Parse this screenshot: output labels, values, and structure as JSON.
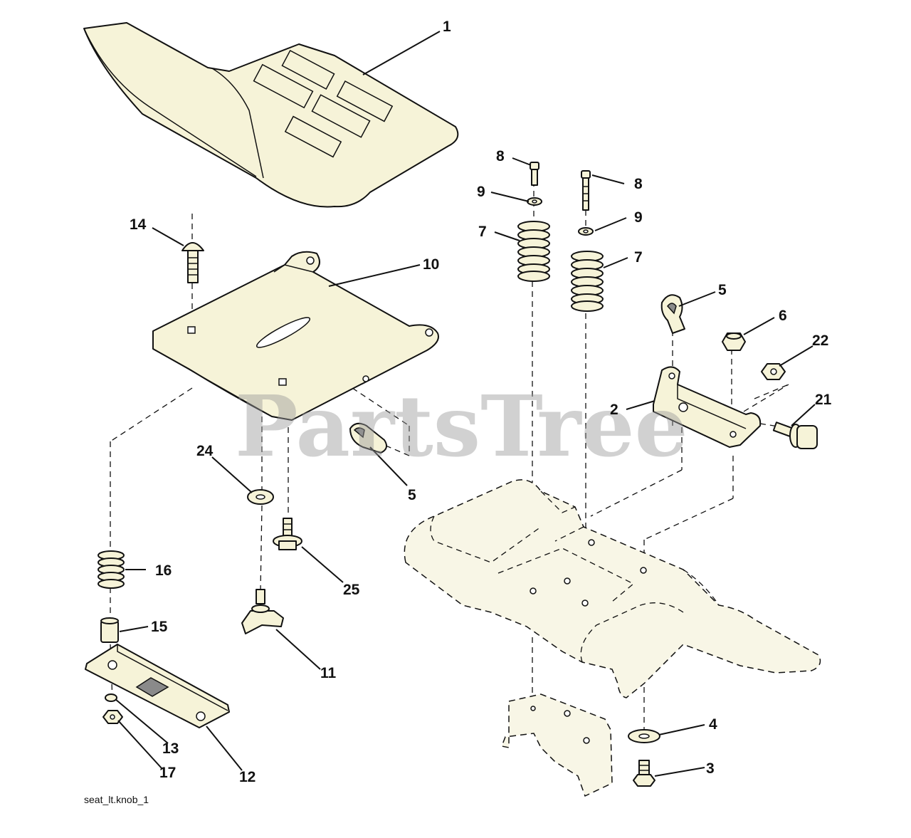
{
  "watermark": "PartsTree",
  "figure_id": "seat_lt.knob_1",
  "callouts": {
    "c1": "1",
    "c2": "2",
    "c3": "3",
    "c4": "4",
    "c5a": "5",
    "c5b": "5",
    "c6": "6",
    "c7a": "7",
    "c7b": "7",
    "c8a": "8",
    "c8b": "8",
    "c9a": "9",
    "c9b": "9",
    "c10": "10",
    "c11": "11",
    "c12": "12",
    "c13": "13",
    "c14": "14",
    "c15": "15",
    "c16": "16",
    "c17": "17",
    "c21": "21",
    "c22": "22",
    "c24": "24",
    "c25": "25"
  }
}
